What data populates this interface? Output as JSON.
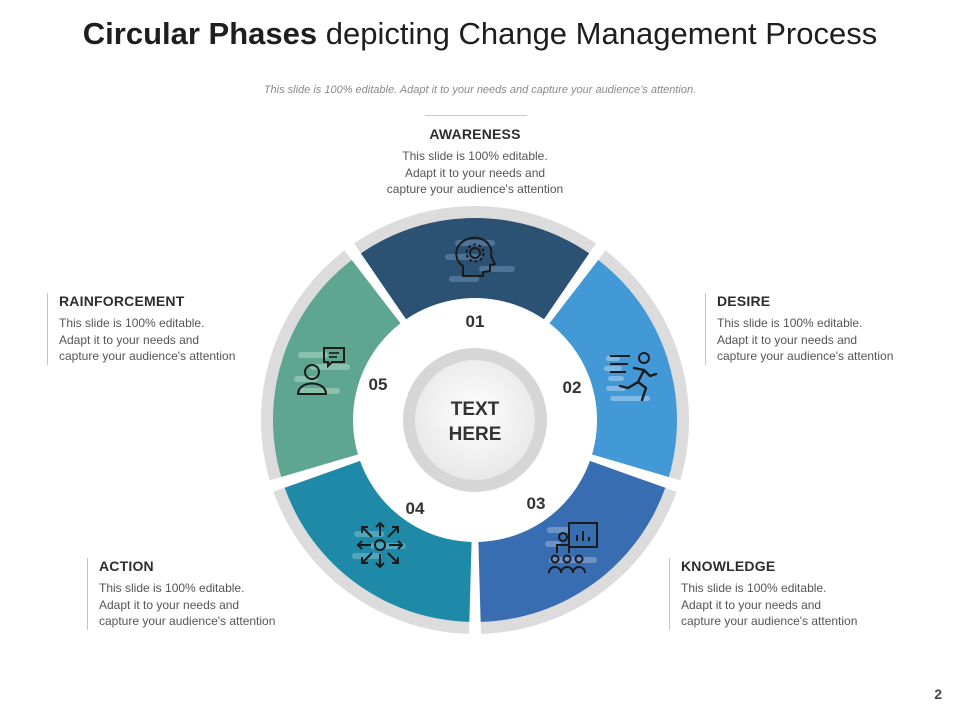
{
  "title": {
    "bold": "Circular Phases",
    "rest": " depicting Change Management Process"
  },
  "subtitle": "This slide is 100% editable. Adapt it to your needs and capture your audience’s attention.",
  "center_text": [
    "TEXT",
    "HERE"
  ],
  "phases": [
    {
      "number": "01",
      "heading": "AWARENESS",
      "lines": [
        "This slide is 100% editable.",
        "Adapt it to your needs and",
        "capture your audience's attention"
      ],
      "color": "#2b5173",
      "icon": "head-gear-icon"
    },
    {
      "number": "02",
      "heading": "DESIRE",
      "lines": [
        "This slide is 100% editable.",
        "Adapt it to your needs and",
        "capture your audience's attention"
      ],
      "color": "#4399d6",
      "icon": "running-person-icon"
    },
    {
      "number": "03",
      "heading": "KNOWLEDGE",
      "lines": [
        "This slide is 100% editable.",
        "Adapt it to your needs and",
        "capture your audience's attention"
      ],
      "color": "#396db2",
      "icon": "presentation-board-icon"
    },
    {
      "number": "04",
      "heading": "ACTION",
      "lines": [
        "This slide is 100% editable.",
        "Adapt it to your needs and",
        "capture your audience's attention"
      ],
      "color": "#1e8aa8",
      "icon": "directions-arrows-icon"
    },
    {
      "number": "05",
      "heading": "RAINFORCEMENT",
      "lines": [
        "This slide is 100% editable.",
        "Adapt it to your needs and",
        "capture your audience's attention"
      ],
      "color": "#5ea68f",
      "icon": "person-chat-icon"
    }
  ],
  "colors": {
    "ring": "#dcdcdc",
    "center_ring": "#d6d6d6",
    "center_fill": "#f2f2f2"
  },
  "page_number": "2"
}
